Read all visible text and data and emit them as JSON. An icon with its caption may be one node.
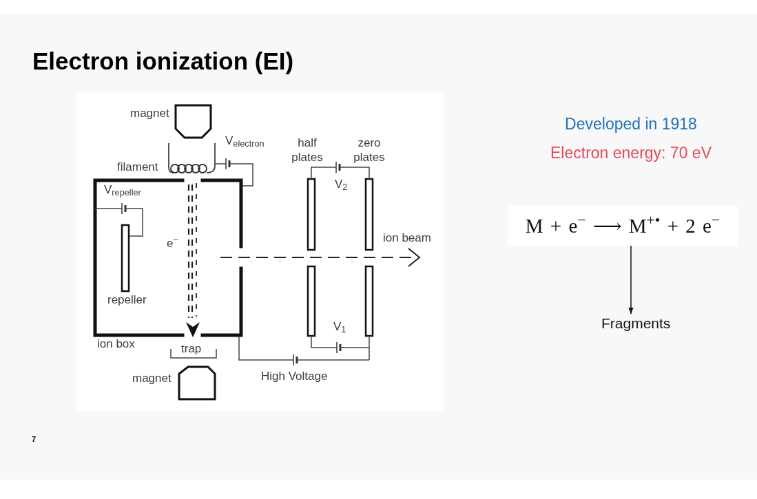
{
  "diagram": {
    "title": "Electron ionization (EI)",
    "nodes": [
      {
        "text": [
          "M + e$^{−}$ ⟶ M$^{+•}$ + 2 e$^{−}$"
        ]
      },
      {
        "text": [
          "Fragments"
        ]
      }
    ],
    "edges": [
      {
        "from": 0,
        "to": 1,
        "arrow": "to"
      }
    ],
    "labels": [
      "magnet",
      "V$_{electron}$",
      "half plates",
      "zero plates",
      "filament",
      "V$_{repeller}$",
      "V$_{2}$",
      "e$^{−}$",
      "ion beam",
      "repeller",
      "V$_{1}$",
      "ion box",
      "trap",
      "magnet",
      "High Voltage",
      "Developed in 1918",
      "Electron energy: 70 eV",
      "7"
    ]
  }
}
